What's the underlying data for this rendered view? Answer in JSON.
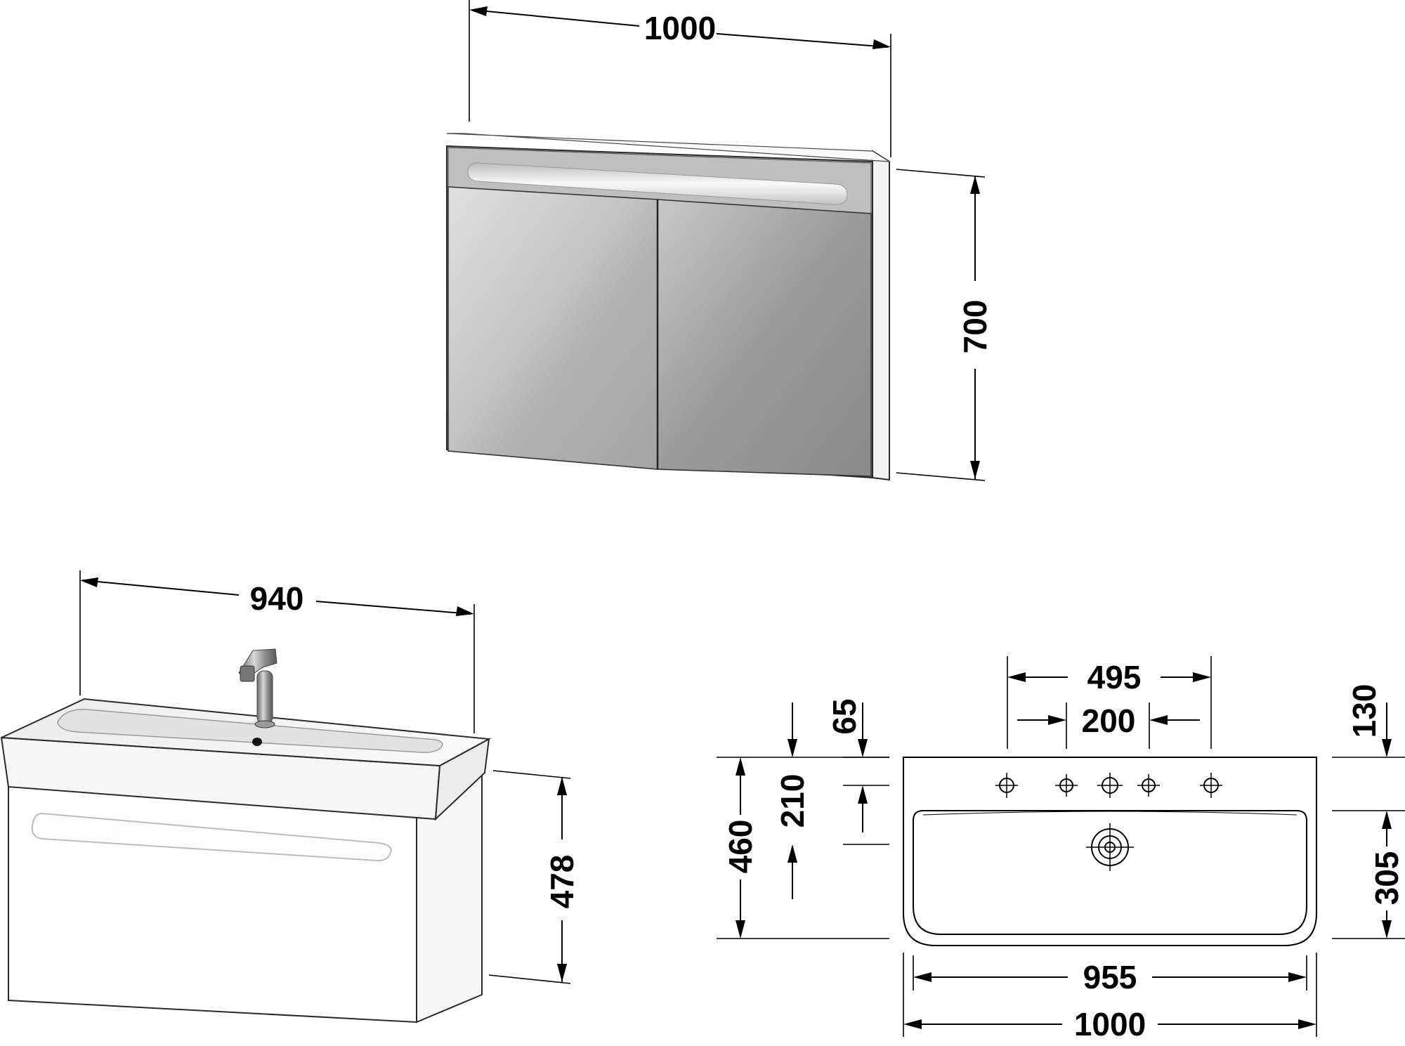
{
  "colors": {
    "line": "#000000",
    "mirror_light": "#d6d6d6",
    "mirror_dark": "#8e8e8e",
    "cabinet_body": "#f5f5f5",
    "basin_body": "#f4f4f4"
  },
  "mirror_cabinet": {
    "width": "1000",
    "height": "700"
  },
  "vanity_unit": {
    "width": "940",
    "height": "478"
  },
  "basin_plan": {
    "tap_hole_outer_spacing": "495",
    "tap_hole_inner_spacing": "200",
    "dim_65": "65",
    "dim_130": "130",
    "dim_210": "210",
    "depth": "460",
    "inner_depth": "305",
    "inner_width": "955",
    "overall_width": "1000"
  },
  "icons": {
    "faucet": "faucet-icon",
    "tap_hole": "crosshair-circle-icon",
    "drain": "drain-icon"
  }
}
